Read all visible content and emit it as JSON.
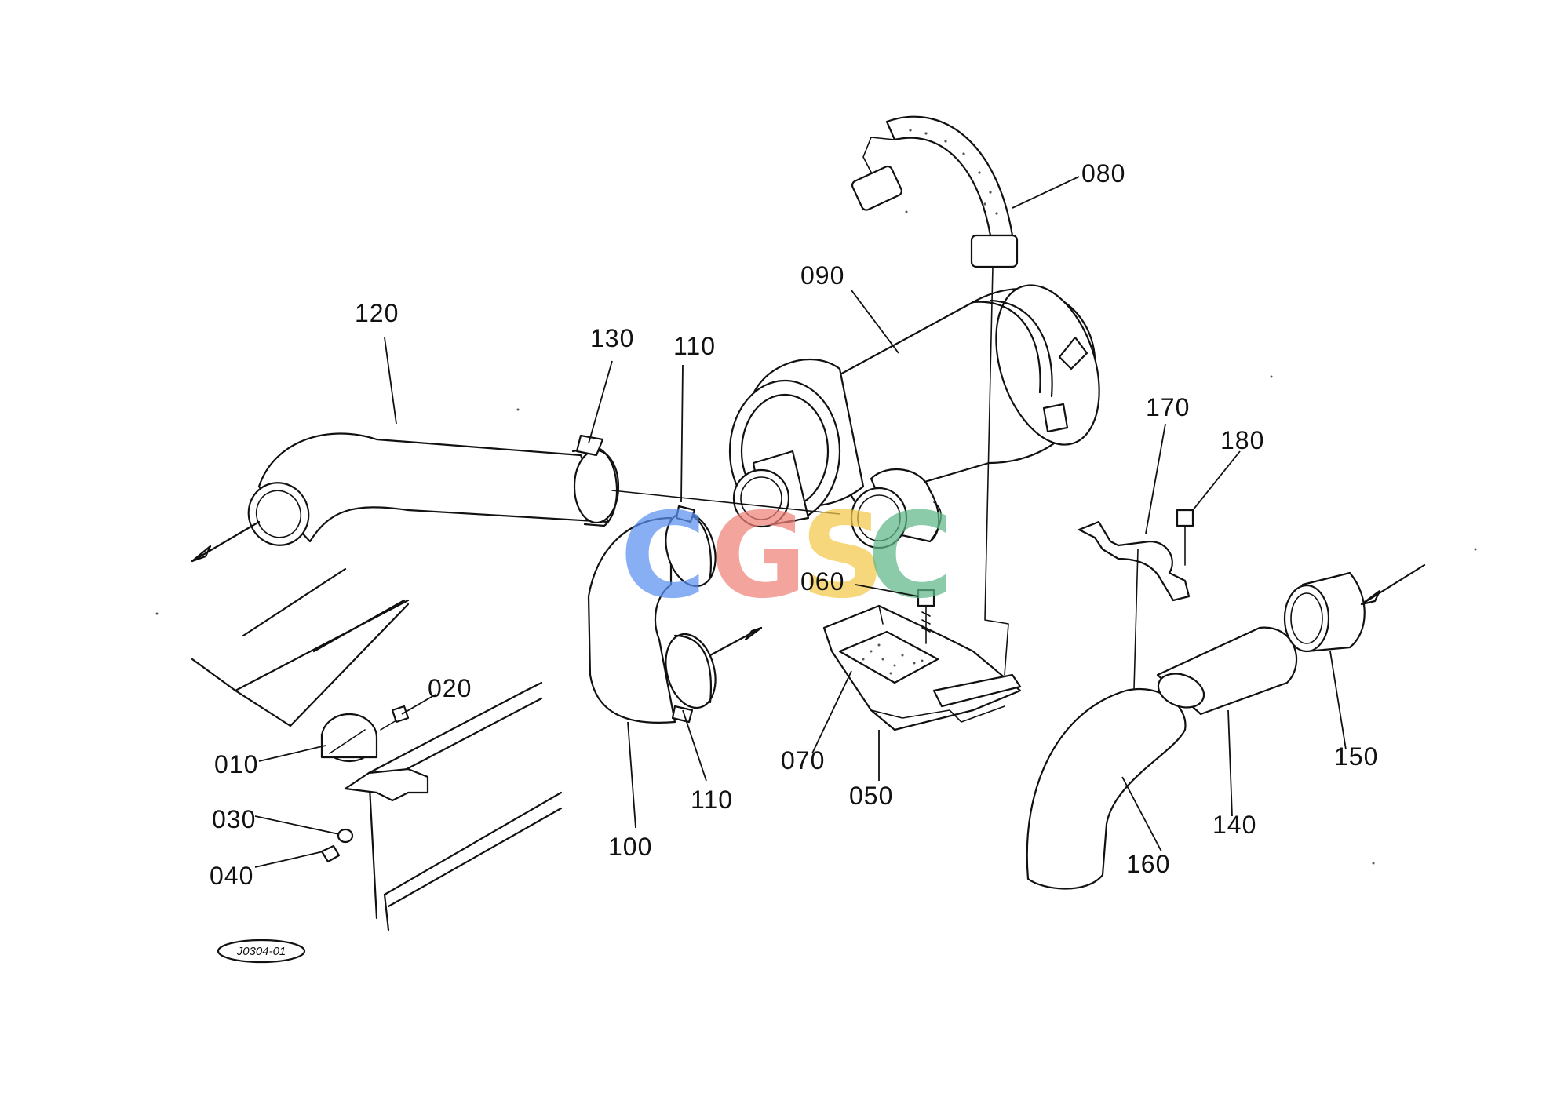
{
  "diagram": {
    "reference_code": "J0304-01",
    "watermark": {
      "letters": [
        "C",
        "G",
        "S",
        "C"
      ],
      "colors": [
        "#5b8ff0",
        "#ef8277",
        "#f5c84a",
        "#5fb88a"
      ]
    },
    "parts": [
      {
        "id": "p010",
        "label": "010"
      },
      {
        "id": "p020",
        "label": "020"
      },
      {
        "id": "p030",
        "label": "030"
      },
      {
        "id": "p040",
        "label": "040"
      },
      {
        "id": "p050",
        "label": "050"
      },
      {
        "id": "p060",
        "label": "060"
      },
      {
        "id": "p070",
        "label": "070"
      },
      {
        "id": "p080",
        "label": "080"
      },
      {
        "id": "p090",
        "label": "090"
      },
      {
        "id": "p100",
        "label": "100"
      },
      {
        "id": "p110a",
        "label": "110"
      },
      {
        "id": "p110b",
        "label": "110"
      },
      {
        "id": "p120",
        "label": "120"
      },
      {
        "id": "p130",
        "label": "130"
      },
      {
        "id": "p140",
        "label": "140"
      },
      {
        "id": "p150",
        "label": "150"
      },
      {
        "id": "p160",
        "label": "160"
      },
      {
        "id": "p170",
        "label": "170"
      },
      {
        "id": "p180",
        "label": "180"
      }
    ]
  }
}
